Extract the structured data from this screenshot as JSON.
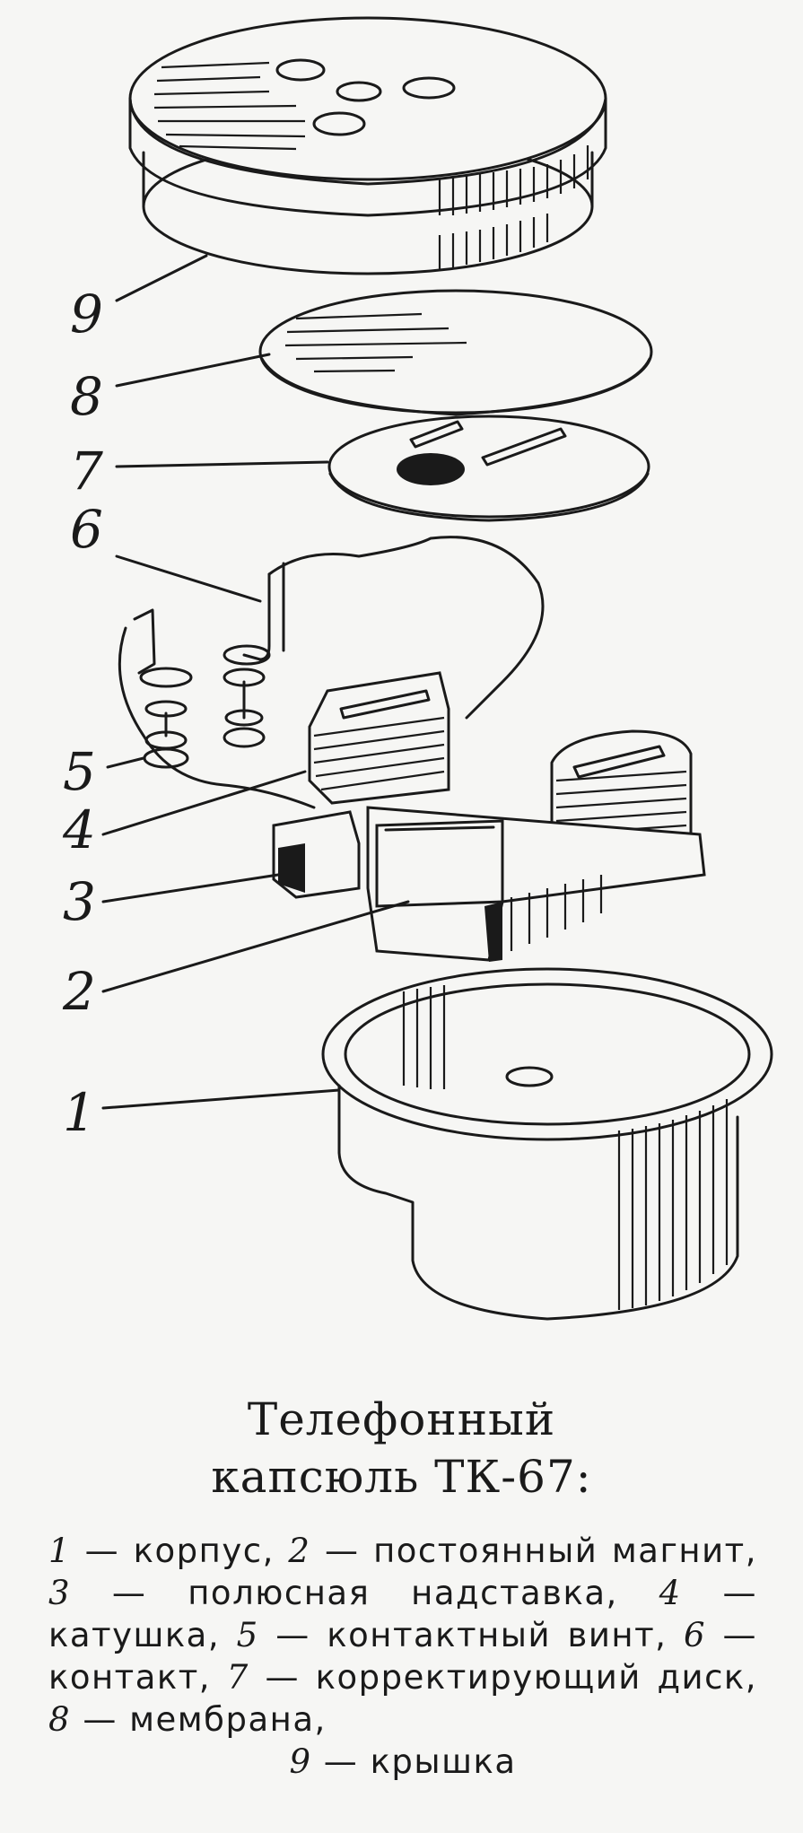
{
  "caption": {
    "title_line1": "Телефонный",
    "title_line2": "капсюль ТК-67:"
  },
  "parts": [
    {
      "num": "1",
      "name": "корпус,"
    },
    {
      "num": "2",
      "name": "постоянный магнит,"
    },
    {
      "num": "3",
      "name": "полюсная надставка,"
    },
    {
      "num": "4",
      "name": "катушка,"
    },
    {
      "num": "5",
      "name": "контактный винт,"
    },
    {
      "num": "6",
      "name": "контакт,"
    },
    {
      "num": "7",
      "name": "корректирующий диск,"
    },
    {
      "num": "8",
      "name": "мембрана,"
    },
    {
      "num": "9",
      "name": "крышка"
    }
  ],
  "dash": "—"
}
